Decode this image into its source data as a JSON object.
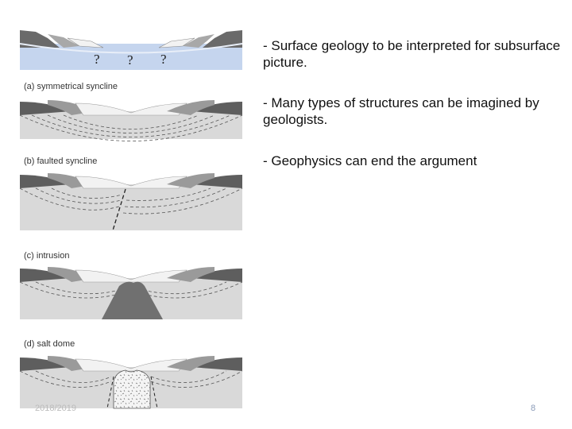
{
  "figure": {
    "question_marks": [
      "?",
      "?",
      "?"
    ],
    "panel_labels": {
      "a": "(a)   symmetrical syncline",
      "b": "(b)   faulted syncline",
      "c": "(c)   intrusion",
      "d": "(d)   salt dome"
    }
  },
  "bullets": [
    "- Surface geology to be interpreted for subsurface picture.",
    "- Many types of structures can be imagined by geologists.",
    "- Geophysics can end the argument"
  ],
  "footer": {
    "date": "2018/2019",
    "page": "8"
  },
  "colors": {
    "sky": "#c5d5ee",
    "ground": "#d9d9d9",
    "dark_layer": "#5e5e5e",
    "mid_layer": "#9a9a9a",
    "light_layer": "#f2f2f2",
    "intrusion": "#707070"
  }
}
